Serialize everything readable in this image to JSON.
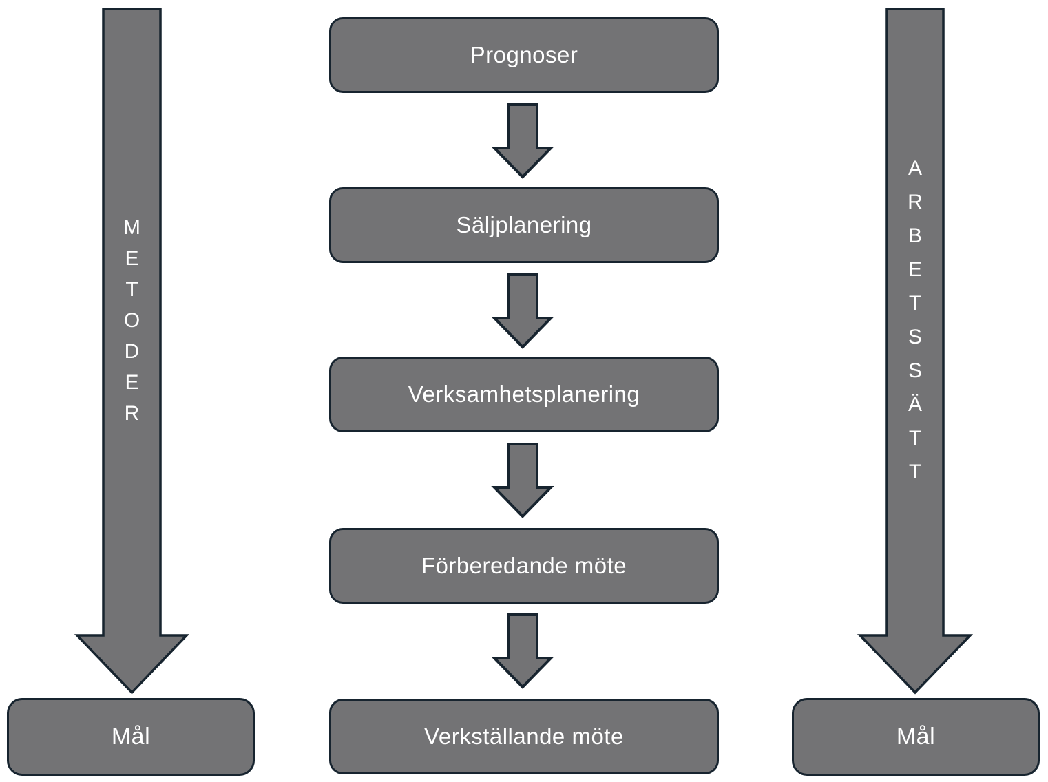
{
  "diagram": {
    "type": "flowchart",
    "colors": {
      "background": "#ffffff",
      "shape_fill": "#737375",
      "shape_border": "#17242f",
      "text": "#ffffff"
    },
    "left_column": {
      "arrow_label": "METODER",
      "goal_label": "Mål"
    },
    "center_column": {
      "steps": [
        {
          "label": "Prognoser"
        },
        {
          "label": "Säljplanering"
        },
        {
          "label": "Verksamhetsplanering"
        },
        {
          "label": "Förberedande möte"
        },
        {
          "label": "Verkställande möte"
        }
      ]
    },
    "right_column": {
      "arrow_label": "ARBETSSÄTT",
      "goal_label": "Mål"
    }
  }
}
